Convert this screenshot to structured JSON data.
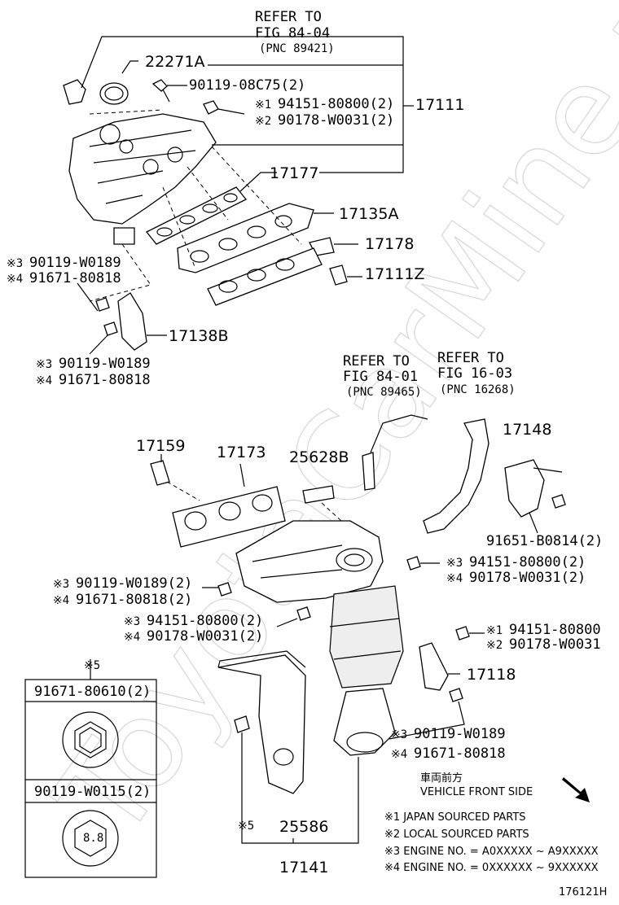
{
  "watermark": "ToyotaCarMine.ru",
  "refs": {
    "fig_84_04": [
      "REFER TO",
      "FIG 84-04",
      "(PNC 89421)"
    ],
    "fig_84_01": [
      "REFER TO",
      "FIG 84-01",
      "(PNC 89465)"
    ],
    "fig_16_03": [
      "REFER TO",
      "FIG 16-03",
      "(PNC 16268)"
    ]
  },
  "labels": {
    "p22271a": "22271A",
    "p90119_08c75": "90119-08C75(2)",
    "m1_a": "※1",
    "p94151_80800_2a": "94151-80800(2)",
    "m2_a": "※2",
    "p90178_w0031_2a": "90178-W0031(2)",
    "p17111": "17111",
    "p17177": "17177",
    "p17135a": "17135A",
    "p17178": "17178",
    "p17111z": "17111Z",
    "m3_a": "※3",
    "p90119_w0189_a": "90119-W0189",
    "m4_a": "※4",
    "p91671_80818_a": "91671-80818",
    "p17138b": "17138B",
    "m3_b": "※3",
    "p90119_w0189_b": "90119-W0189",
    "m4_b": "※4",
    "p91671_80818_b": "91671-80818",
    "p17159": "17159",
    "p17173": "17173",
    "p25628b": "25628B",
    "p17148": "17148",
    "p91651_b0814": "91651-B0814(2)",
    "m3_c": "※3",
    "p94151_80800_2c": "94151-80800(2)",
    "m4_c": "※4",
    "p90178_w0031_2c": "90178-W0031(2)",
    "m3_d": "※3",
    "p90119_w0189_2d": "90119-W0189(2)",
    "m4_d": "※4",
    "p91671_80818_2d": "91671-80818(2)",
    "m3_e": "※3",
    "p94151_80800_2e": "94151-80800(2)",
    "m4_e": "※4",
    "p90178_w0031_2e": "90178-W0031(2)",
    "m1_f": "※1",
    "p94151_80800_f": "94151-80800",
    "m2_f": "※2",
    "p90178_w0031_f": "90178-W0031",
    "p17118": "17118",
    "m3_g": "※3",
    "p90119_w0189_g": "90119-W0189",
    "m4_g": "※4",
    "p91671_80818_g": "91671-80818",
    "m5_box": "※5",
    "p91671_80610": "91671-80610(2)",
    "p90119_w0115": "90119-W0115(2)",
    "bolt_grade": "8.8",
    "m5_b": "※5",
    "p25586": "25586",
    "p17141": "17141",
    "front_jp": "車両前方",
    "front_en": "VEHICLE FRONT SIDE",
    "footnotes": [
      "※1 JAPAN SOURCED PARTS",
      "※2 LOCAL SOURCED PARTS",
      "※3 ENGINE NO. = A0XXXXX ~ A9XXXXX",
      "※4 ENGINE NO. = 0XXXXXX ~ 9XXXXXX"
    ],
    "figure_id": "176121H"
  }
}
